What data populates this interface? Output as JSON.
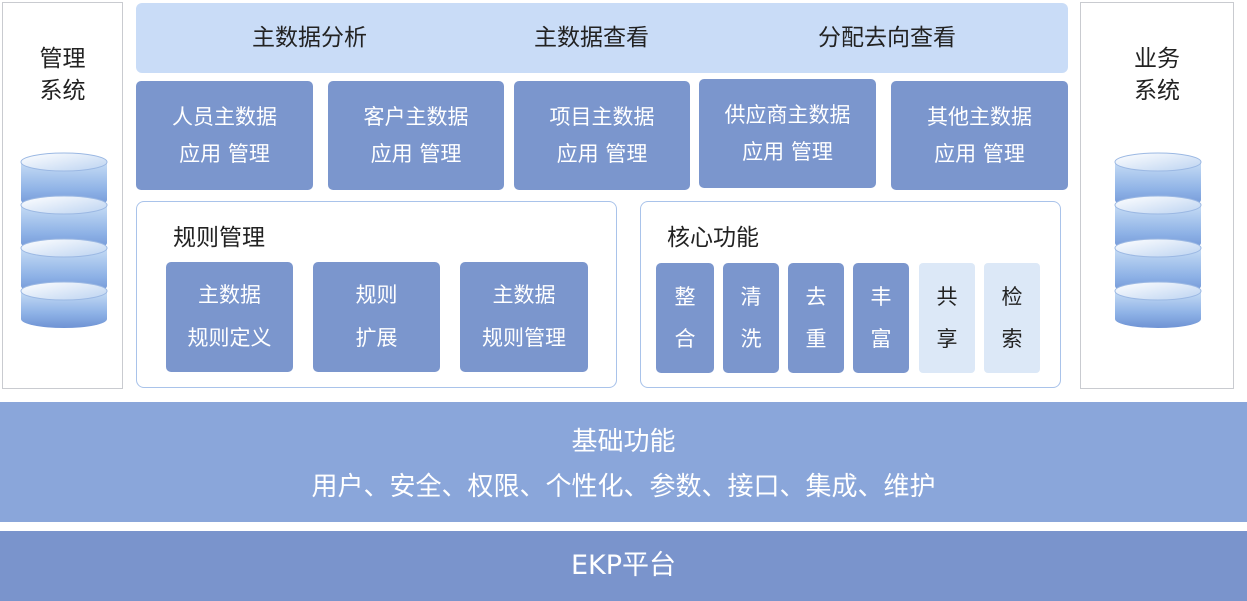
{
  "left_system": {
    "title_line1": "管理",
    "title_line2": "系统",
    "icon": "database-icon"
  },
  "right_system": {
    "title_line1": "业务",
    "title_line2": "系统",
    "icon": "database-icon"
  },
  "top_bar": {
    "items": [
      "主数据分析",
      "主数据查看",
      "分配去向查看"
    ]
  },
  "modules": [
    {
      "line1": "人员主数据",
      "line2": "应用 管理"
    },
    {
      "line1": "客户主数据",
      "line2": "应用 管理"
    },
    {
      "line1": "项目主数据",
      "line2": "应用 管理"
    },
    {
      "line1": "供应商主数据",
      "line2": "应用 管理"
    },
    {
      "line1": "其他主数据",
      "line2": "应用 管理"
    }
  ],
  "rules": {
    "title": "规则管理",
    "items": [
      {
        "line1": "主数据",
        "line2": "规则定义"
      },
      {
        "line1": "规则",
        "line2": "扩展"
      },
      {
        "line1": "主数据",
        "line2": "规则管理"
      }
    ]
  },
  "core": {
    "title": "核心功能",
    "items": [
      {
        "line1": "整",
        "line2": "合"
      },
      {
        "line1": "清",
        "line2": "洗"
      },
      {
        "line1": "去",
        "line2": "重"
      },
      {
        "line1": "丰",
        "line2": "富"
      },
      {
        "line1": "共",
        "line2": "享"
      },
      {
        "line1": "检",
        "line2": "索"
      }
    ]
  },
  "base": {
    "title": "基础功能",
    "detail": "用户、安全、权限、个性化、参数、接口、集成、维护"
  },
  "platform": {
    "label": "EKP平台"
  },
  "colors": {
    "dark_box": "#7b96cd",
    "light_box": "#dce8f7",
    "top_bar": "#c9dcf7",
    "base_bar": "#8aa6da",
    "platform_bar": "#7a94cc"
  }
}
